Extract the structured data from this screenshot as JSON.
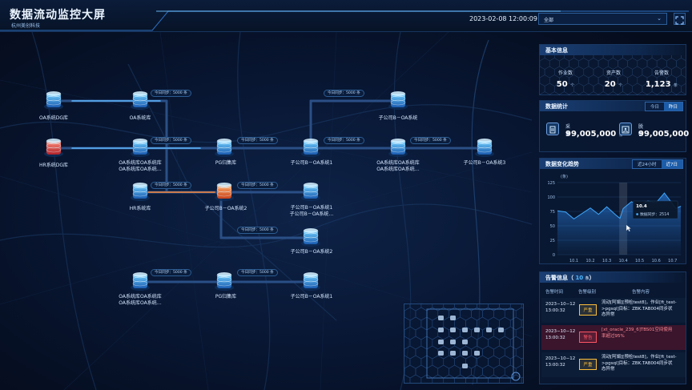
{
  "header": {
    "title": "数据流动监控大屏",
    "subtitle": "杭州美创科技",
    "datetime": "2023-02-08  12:00:09",
    "select_value": "全部"
  },
  "network": {
    "sync_label": "今日同步：5000 条",
    "nodes": {
      "oa_dg": "OA系统DG库",
      "hr_dg": "HR系统DG库",
      "oa_sys": "OA系统库",
      "oa_long": "OA系统库OA系统库\nOA系统库OA系统…",
      "hr_sys": "HR系统库",
      "pg_archive": "PG归集库",
      "sub_b_oa": "子公司B－OA系统",
      "sub_b_oa1": "子公司B－OA系统1",
      "sub_b_oa2": "子公司B－OA系统2",
      "sub_b_oa3": "子公司B－OA系统3",
      "oa_long2": "OA系统库OA系统库\nOA系统库OA系统…",
      "sub_b_oa1_long": "子公司B－OA系统1\n子公司B－OA系统…",
      "sub_b_oa2b": "子公司B－OA系统2",
      "oa_long3": "OA系统库OA系统库\nOA系统库OA系统…",
      "pg_archive2": "PG归集库",
      "sub_b_oa1b": "子公司B－OA系统1"
    }
  },
  "basic": {
    "title": "基本信息",
    "items": [
      {
        "label": "作业数",
        "value": "50",
        "unit": "个"
      },
      {
        "label": "资产数",
        "value": "20",
        "unit": "个"
      },
      {
        "label": "告警数",
        "value": "1,123",
        "unit": "条"
      }
    ]
  },
  "stats": {
    "title": "数据统计",
    "tabs": [
      "今日",
      "昨日"
    ],
    "active_tab": 1,
    "items": [
      {
        "label": "采集",
        "value": "99,005,000",
        "unit": "条"
      },
      {
        "label": "脱敏",
        "value": "99,005,000",
        "unit": "条"
      }
    ]
  },
  "trend": {
    "title": "数据变化趋势",
    "tabs": [
      "近24小时",
      "近7日"
    ],
    "active_tab": 1,
    "unit_label": "(条)",
    "tooltip": {
      "title": "10.4",
      "label": "数据同步：2514"
    }
  },
  "chart_data": {
    "type": "area",
    "xlabel": "",
    "ylabel": "(条)",
    "ylim": [
      0,
      125
    ],
    "y_ticks": [
      0,
      25,
      50,
      75,
      100,
      125
    ],
    "x_ticks": [
      "10.1",
      "10.2",
      "10.3",
      "10.4",
      "10.5",
      "10.6",
      "10.7"
    ],
    "x": [
      10.0,
      10.05,
      10.1,
      10.2,
      10.25,
      10.3,
      10.35,
      10.38,
      10.4,
      10.45,
      10.5,
      10.55,
      10.6,
      10.65,
      10.7,
      10.72,
      10.75
    ],
    "series": [
      {
        "values": [
          76,
          74,
          62,
          81,
          70,
          83,
          70,
          63,
          80,
          92,
          85,
          93,
          90,
          107,
          88,
          80,
          84
        ]
      }
    ],
    "highlight_x": "10.4",
    "highlight_value": 2514
  },
  "alerts": {
    "title": "告警信息",
    "count": "10",
    "count_unit": "条",
    "columns": [
      "告警时间",
      "告警级别",
      "告警内容"
    ],
    "rows": [
      {
        "time": "2023−10−12\n13:00:32",
        "level": "严重",
        "content": "流动[阿娟][预检test8]，作业[ft_test-\n>pgsql]目标：ZBK.TAB004同步状\n态异常",
        "color": "#ffc03a"
      },
      {
        "time": "2023−10−12\n13:00:32",
        "level": "警告",
        "content": "[xt_oracle_239_6]TBS01空间使用\n率超过95%",
        "color": "#ff5566"
      },
      {
        "time": "2023−10−12\n13:00:32",
        "level": "严重",
        "content": "流动[阿娟][预检test8]，作业[ft_test-\n>pgsql]目标：ZBK.TAB004同步状\n态异常",
        "color": "#ffc03a"
      }
    ]
  }
}
